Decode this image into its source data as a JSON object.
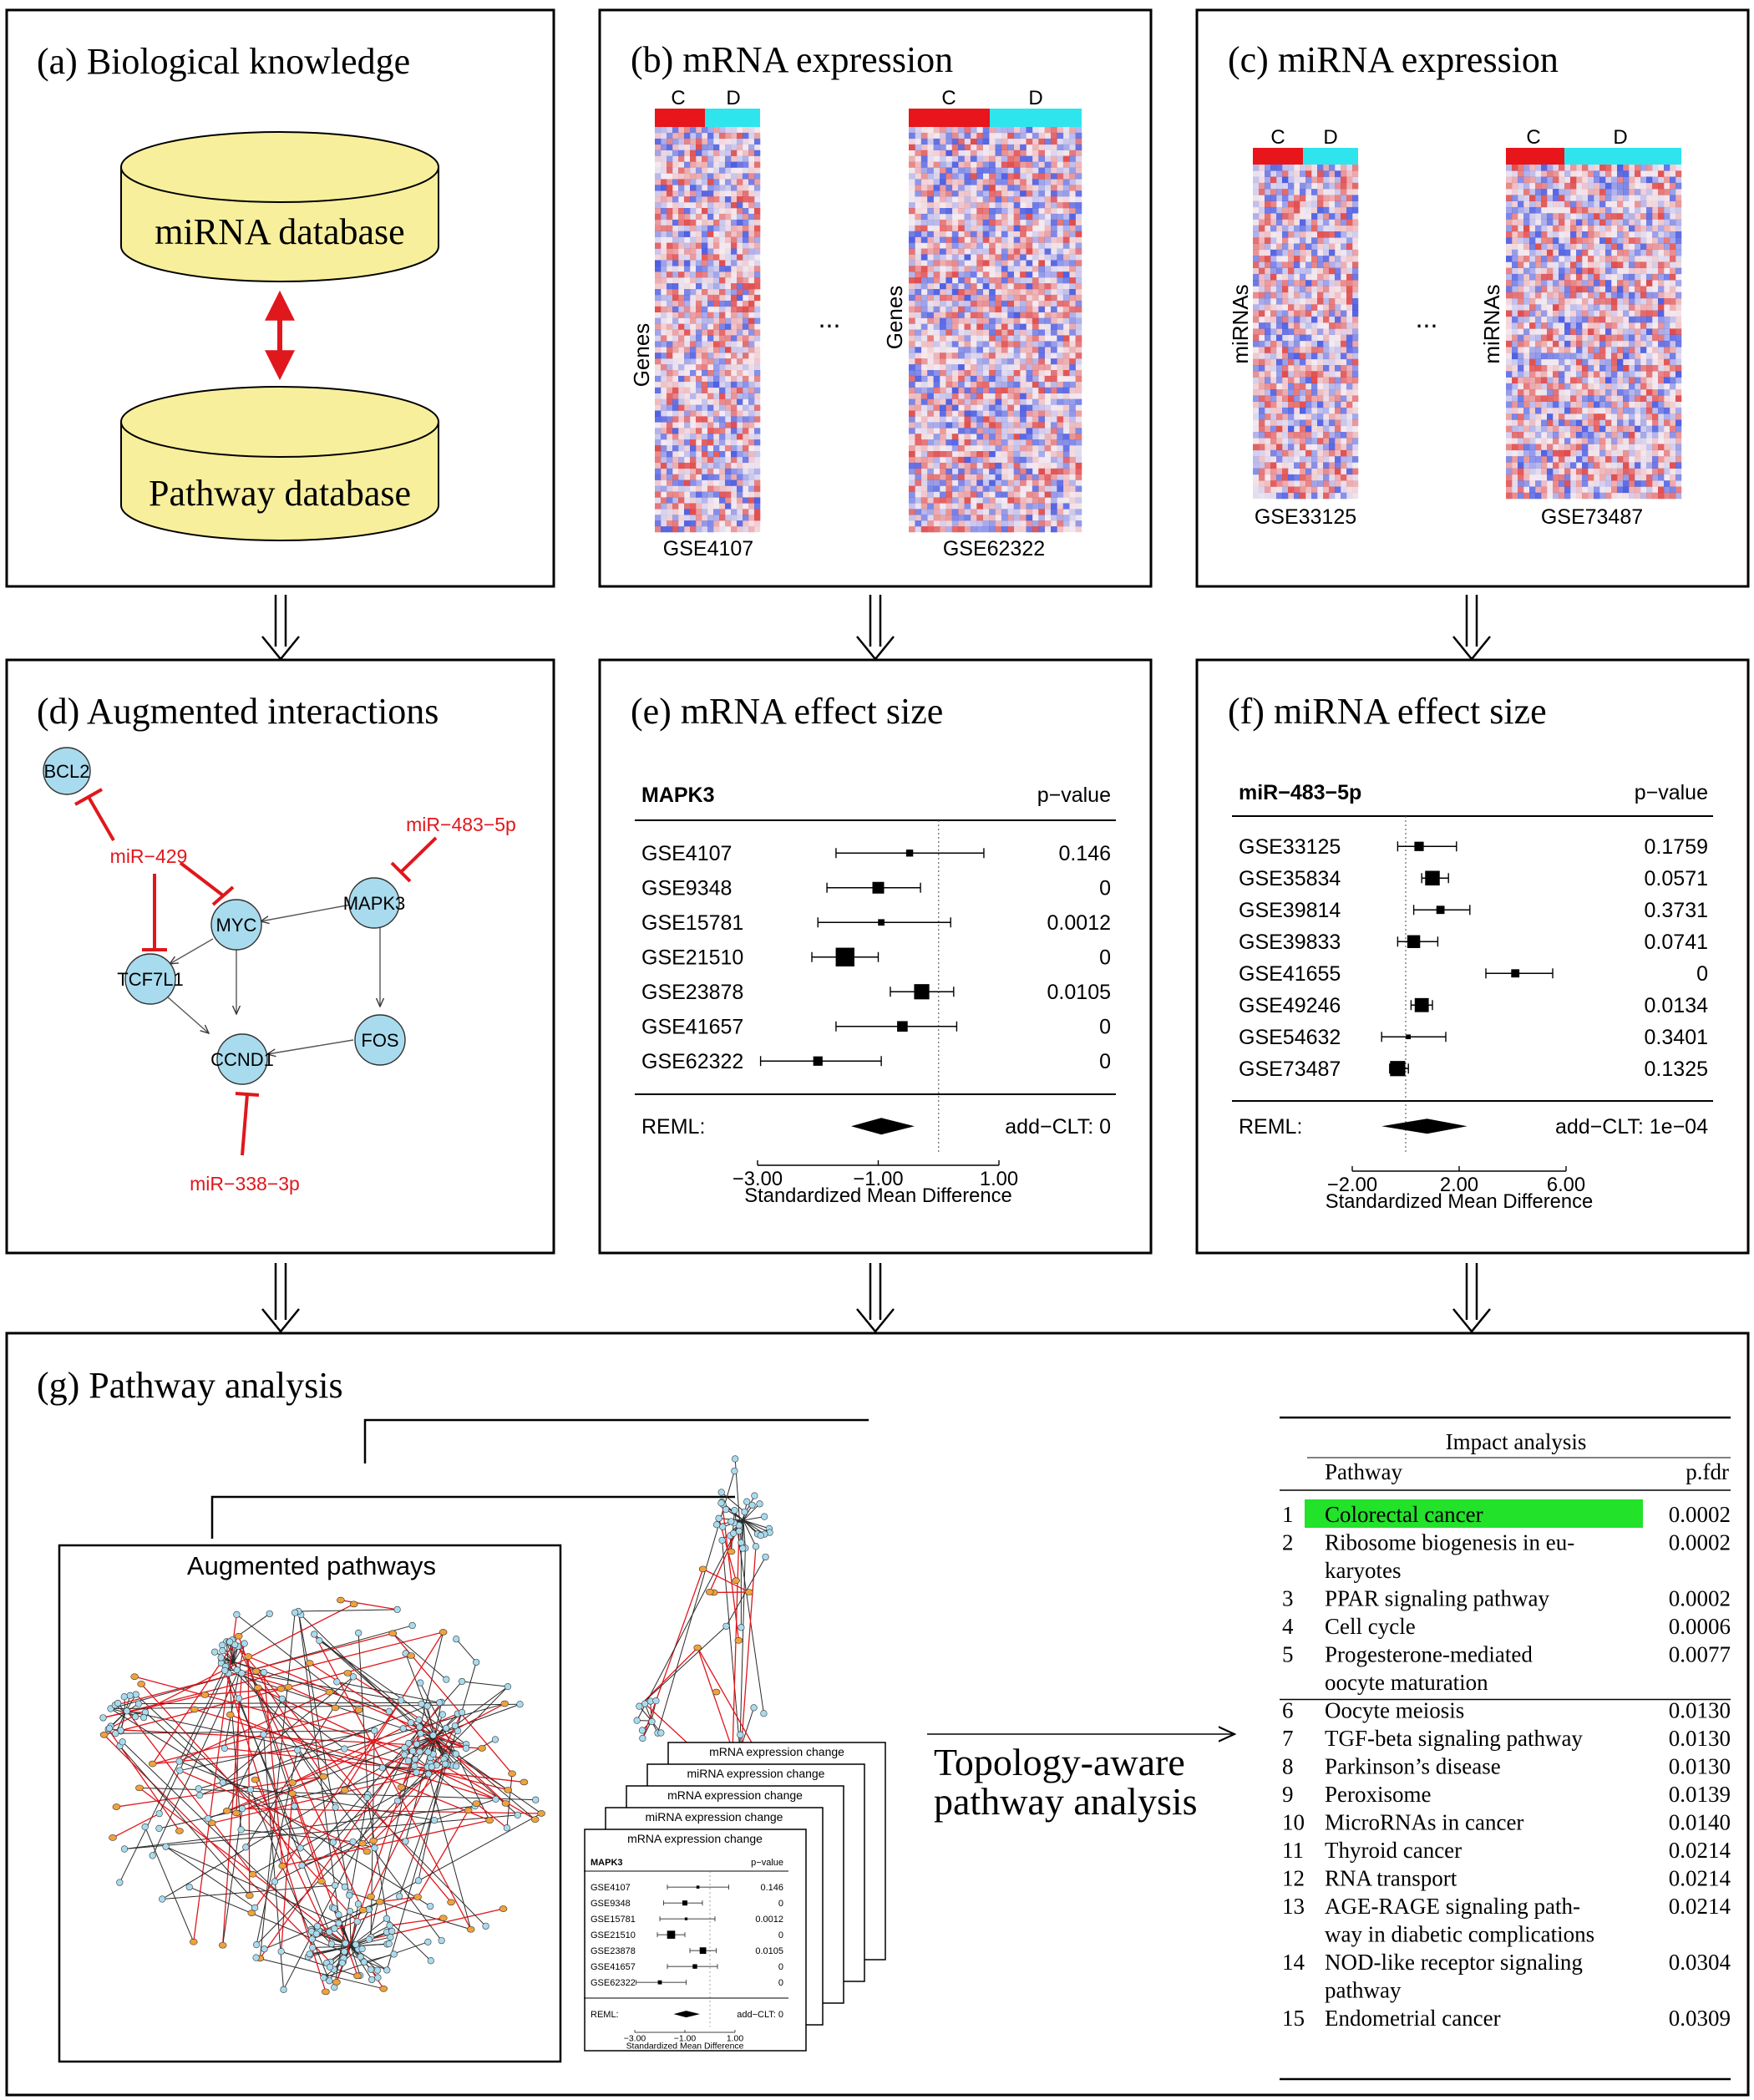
{
  "panel_a": {
    "title": "(a) Biological knowledge",
    "db_top": "miRNA database",
    "db_bottom": "Pathway database"
  },
  "panel_b": {
    "title": "(b) mRNA expression",
    "heatmaps": [
      {
        "c_label": "C",
        "d_label": "D",
        "ylabel": "Genes",
        "dataset": "GSE4107"
      },
      {
        "c_label": "C",
        "d_label": "D",
        "ylabel": "Genes",
        "dataset": "GSE62322"
      }
    ],
    "ellipsis": "..."
  },
  "panel_c": {
    "title": "(c) miRNA expression",
    "heatmaps": [
      {
        "c_label": "C",
        "d_label": "D",
        "ylabel": "miRNAs",
        "dataset": "GSE33125"
      },
      {
        "c_label": "C",
        "d_label": "D",
        "ylabel": "miRNAs",
        "dataset": "GSE73487"
      }
    ],
    "ellipsis": "..."
  },
  "panel_d": {
    "title": "(d) Augmented interactions",
    "nodes": [
      "BCL2",
      "MYC",
      "MAPK3",
      "TCF7L1",
      "CCND1",
      "FOS"
    ],
    "mirnas": [
      "miR−429",
      "miR−483−5p",
      "miR−338−3p"
    ]
  },
  "panel_e": {
    "title": "(e) mRNA effect size",
    "gene": "MAPK3",
    "pval_header": "p−value",
    "rows": [
      {
        "name": "GSE4107",
        "p": "0.146"
      },
      {
        "name": "GSE9348",
        "p": "0"
      },
      {
        "name": "GSE15781",
        "p": "0.0012"
      },
      {
        "name": "GSE21510",
        "p": "0"
      },
      {
        "name": "GSE23878",
        "p": "0.0105"
      },
      {
        "name": "GSE41657",
        "p": "0"
      },
      {
        "name": "GSE62322",
        "p": "0"
      }
    ],
    "reml_label": "REML:",
    "clt_label": "add−CLT: 0",
    "ticks": [
      "−3.00",
      "−1.00",
      "1.00"
    ],
    "xlabel": "Standardized Mean Difference"
  },
  "panel_f": {
    "title": "(f) miRNA effect size",
    "gene": "miR−483−5p",
    "pval_header": "p−value",
    "rows": [
      {
        "name": "GSE33125",
        "p": "0.1759"
      },
      {
        "name": "GSE35834",
        "p": "0.0571"
      },
      {
        "name": "GSE39814",
        "p": "0.3731"
      },
      {
        "name": "GSE39833",
        "p": "0.0741"
      },
      {
        "name": "GSE41655",
        "p": "0"
      },
      {
        "name": "GSE49246",
        "p": "0.0134"
      },
      {
        "name": "GSE54632",
        "p": "0.3401"
      },
      {
        "name": "GSE73487",
        "p": "0.1325"
      }
    ],
    "reml_label": "REML:",
    "clt_label": "add−CLT: 1e−04",
    "ticks": [
      "−2.00",
      "2.00",
      "6.00"
    ],
    "xlabel": "Standardized Mean Difference"
  },
  "panel_g": {
    "title": "(g) Pathway analysis",
    "augmented_title": "Augmented pathways",
    "mini_titles": [
      "mRNA expression change",
      "miRNA expression change",
      "mRNA expression change",
      "miRNA expression change",
      "mRNA expression change"
    ],
    "mini_gene": "MAPK3",
    "mini_pval_header": "p−value",
    "mini_rows": [
      {
        "name": "GSE4107",
        "p": "0.146"
      },
      {
        "name": "GSE9348",
        "p": "0"
      },
      {
        "name": "GSE15781",
        "p": "0.0012"
      },
      {
        "name": "GSE21510",
        "p": "0"
      },
      {
        "name": "GSE23878",
        "p": "0.0105"
      },
      {
        "name": "GSE41657",
        "p": "0"
      },
      {
        "name": "GSE62322",
        "p": "0"
      }
    ],
    "mini_reml": "REML:",
    "mini_clt": "add−CLT: 0",
    "mini_ticks": [
      "−3.00",
      "−1.00",
      "1.00"
    ],
    "mini_xlabel": "Standardized Mean Difference",
    "arrow_label_1": "Topology-aware",
    "arrow_label_2": "pathway analysis",
    "table_title": "Impact analysis",
    "col_pathway": "Pathway",
    "col_pfdr": "p.fdr",
    "highlight_color": "#22e22a",
    "rows": [
      {
        "n": "1",
        "lines": [
          "Colorectal cancer"
        ],
        "p": "0.0002"
      },
      {
        "n": "2",
        "lines": [
          "Ribosome biogenesis in eu-",
          "karyotes"
        ],
        "p": "0.0002"
      },
      {
        "n": "3",
        "lines": [
          "PPAR signaling pathway"
        ],
        "p": "0.0002"
      },
      {
        "n": "4",
        "lines": [
          "Cell cycle"
        ],
        "p": "0.0006"
      },
      {
        "n": "5",
        "lines": [
          "Progesterone-mediated",
          "oocyte maturation"
        ],
        "p": "0.0077"
      },
      {
        "n": "6",
        "lines": [
          "Oocyte meiosis"
        ],
        "p": "0.0130"
      },
      {
        "n": "7",
        "lines": [
          "TGF-beta signaling pathway"
        ],
        "p": "0.0130"
      },
      {
        "n": "8",
        "lines": [
          "Parkinson’s disease"
        ],
        "p": "0.0130"
      },
      {
        "n": "9",
        "lines": [
          "Peroxisome"
        ],
        "p": "0.0139"
      },
      {
        "n": "10",
        "lines": [
          "MicroRNAs in cancer"
        ],
        "p": "0.0140"
      },
      {
        "n": "11",
        "lines": [
          "Thyroid cancer"
        ],
        "p": "0.0214"
      },
      {
        "n": "12",
        "lines": [
          "RNA transport"
        ],
        "p": "0.0214"
      },
      {
        "n": "13",
        "lines": [
          "AGE-RAGE signaling path-",
          "way in diabetic complications"
        ],
        "p": "0.0214"
      },
      {
        "n": "14",
        "lines": [
          "NOD-like receptor signaling",
          "pathway"
        ],
        "p": "0.0304"
      },
      {
        "n": "15",
        "lines": [
          "Endometrial cancer"
        ],
        "p": "0.0309"
      }
    ]
  },
  "colors": {
    "control": "#e8151b",
    "disease": "#2ee5ee",
    "db_fill": "#f7ef9c",
    "node_fill": "#a9dbee",
    "mirna_red": "#e0171c",
    "mirna_node": "#f0a23a"
  }
}
